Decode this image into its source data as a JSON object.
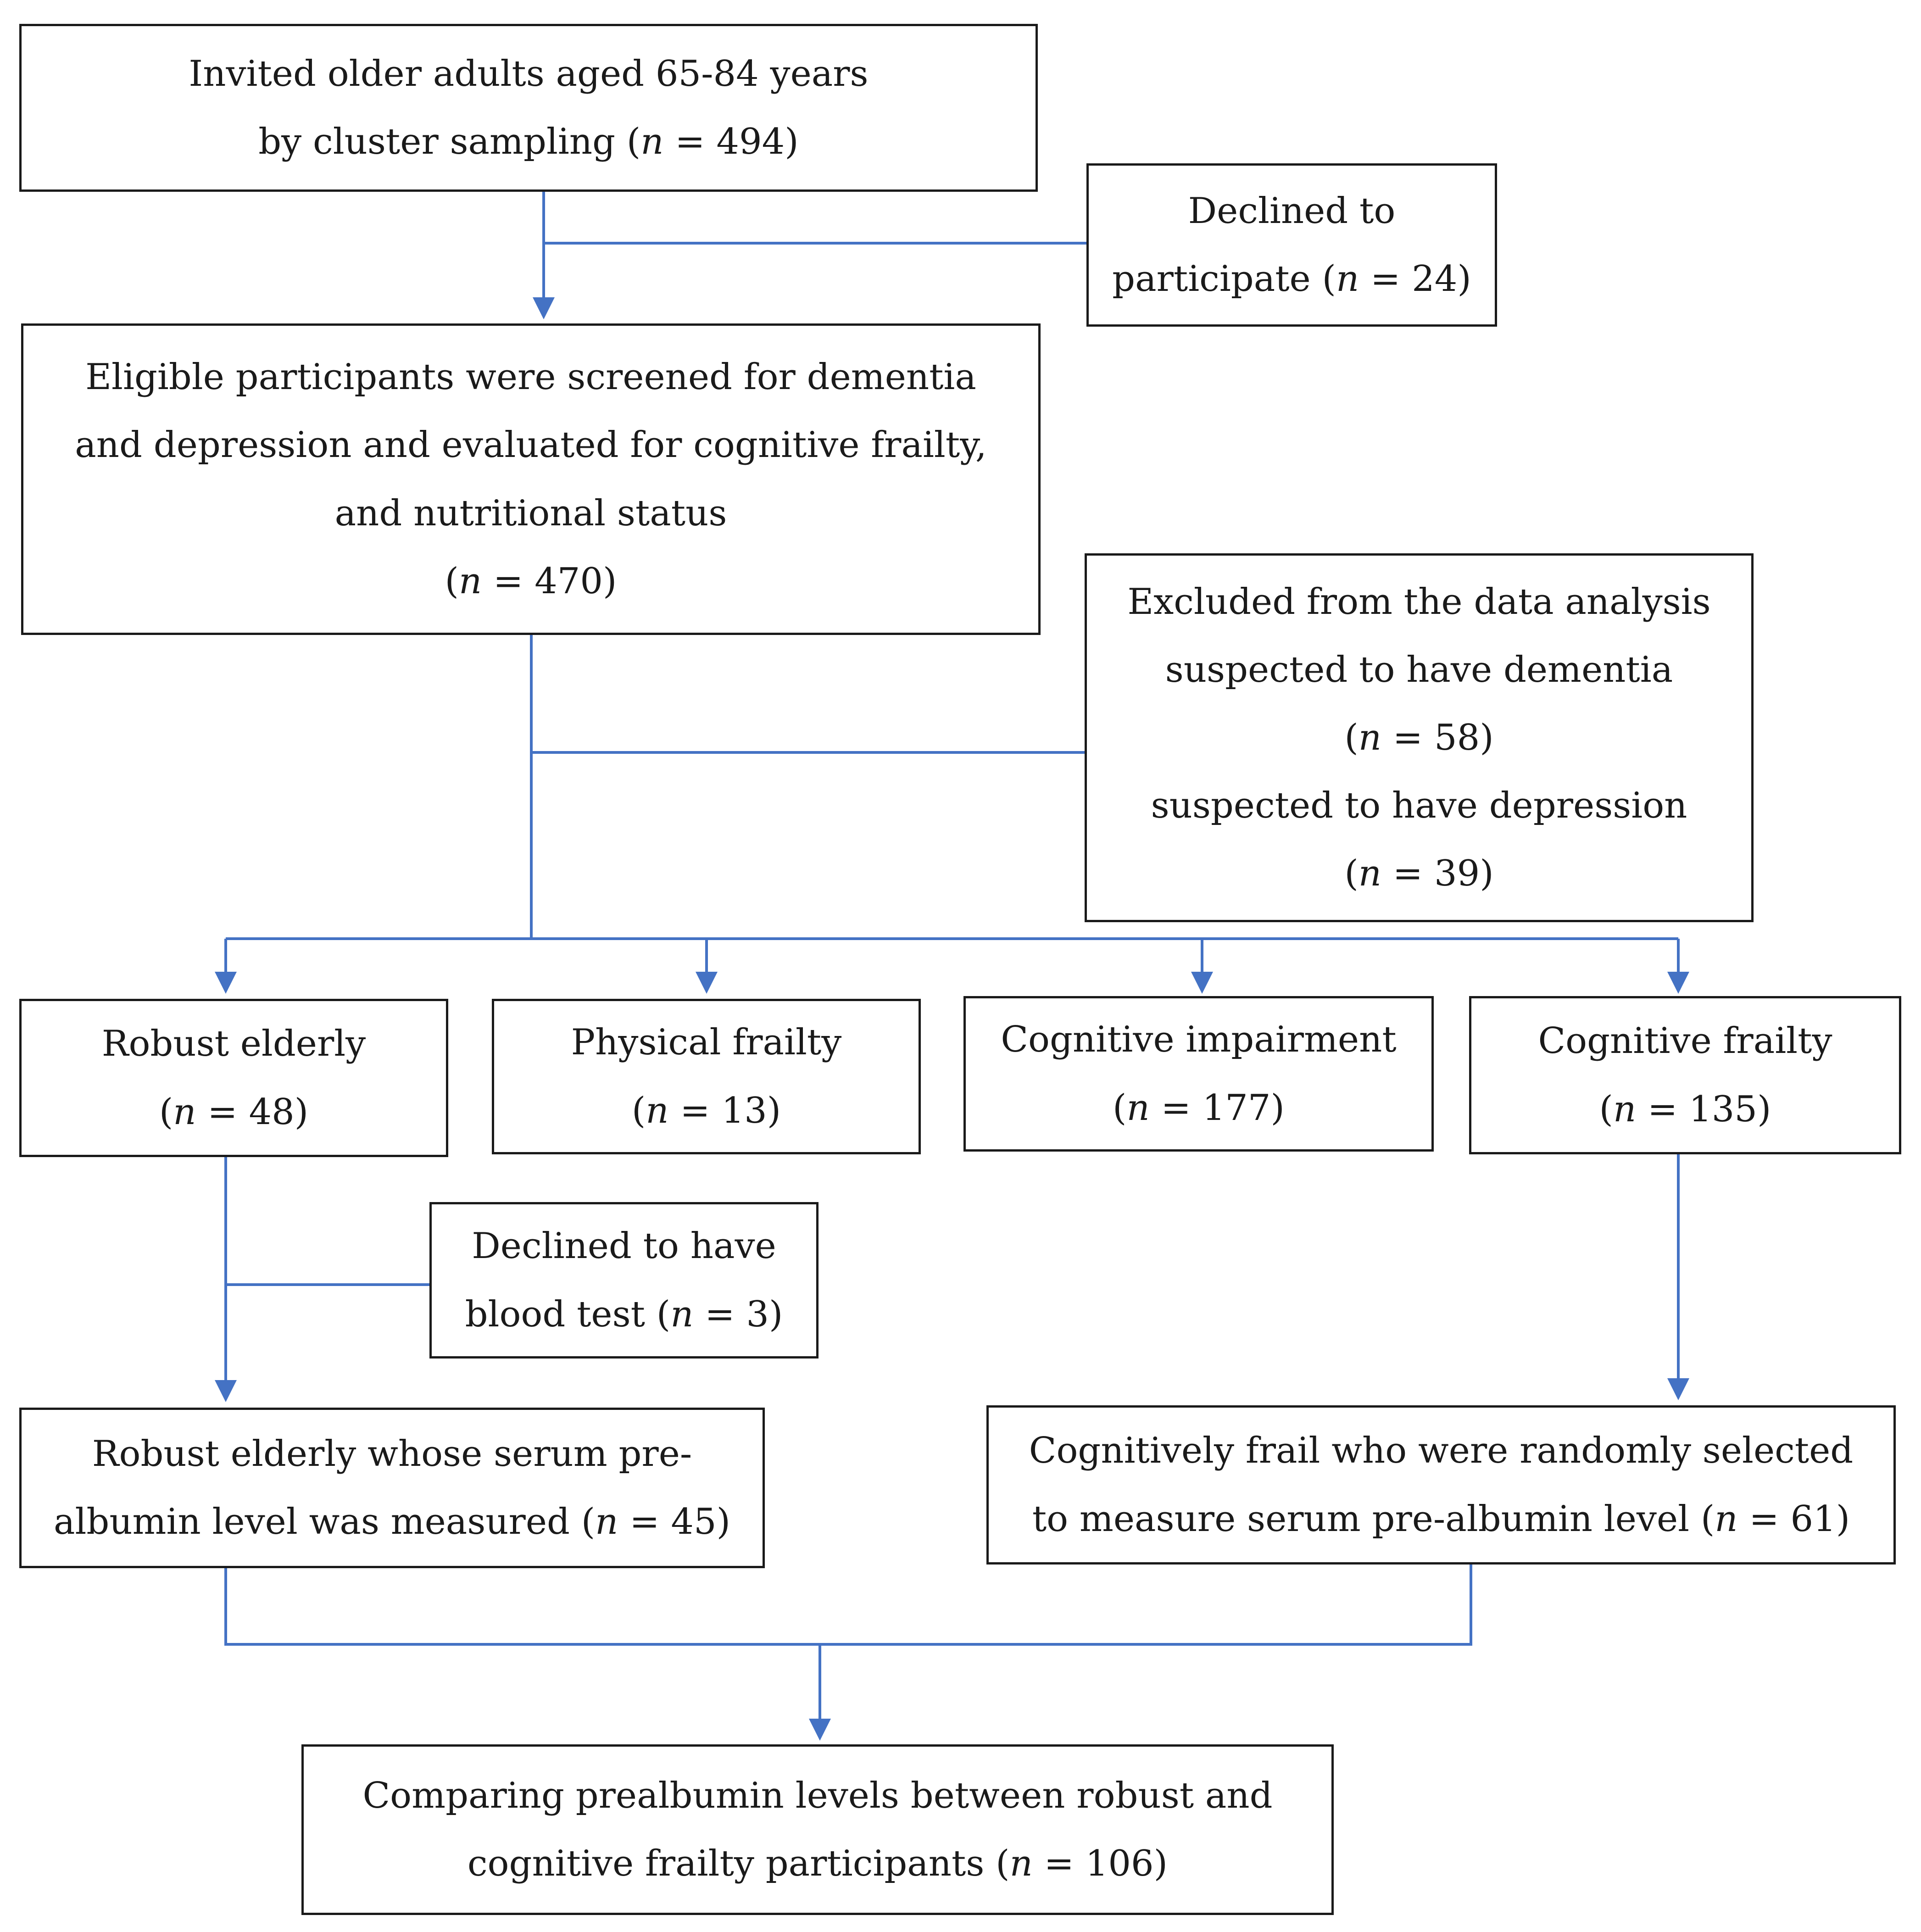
{
  "colors": {
    "connector": "#4472C4",
    "border": "#1a1a1a"
  },
  "n_symbol": "n",
  "boxes": {
    "invited": {
      "line1": "Invited older adults aged 65-84 years",
      "line2_pre": "by cluster sampling (",
      "line2_post": " = 494)"
    },
    "declined_participate": {
      "line1": "Declined to",
      "line2_pre": "participate (",
      "line2_post": " = 24)"
    },
    "eligible": {
      "line1": "Eligible participants were screened for dementia",
      "line2": "and depression and evaluated for cognitive frailty,",
      "line3": "and nutritional status",
      "line4_pre": "(",
      "line4_post": " = 470)"
    },
    "excluded": {
      "line1": "Excluded from the data analysis",
      "line2": "suspected to have dementia",
      "line3_pre": "(",
      "line3_post": " = 58)",
      "line4": "suspected to have depression",
      "line5_pre": "(",
      "line5_post": " = 39)"
    },
    "robust": {
      "line1": "Robust elderly",
      "line2_pre": "(",
      "line2_post": " = 48)"
    },
    "physical": {
      "line1": "Physical frailty",
      "line2_pre": "(",
      "line2_post": " = 13)"
    },
    "cog_impair": {
      "line1": "Cognitive impairment",
      "line2_pre": "(",
      "line2_post": " = 177)"
    },
    "cog_frailty": {
      "line1": "Cognitive frailty",
      "line2_pre": "(",
      "line2_post": " = 135)"
    },
    "declined_blood": {
      "line1": "Declined to have",
      "line2_pre": "blood test (",
      "line2_post": " = 3)"
    },
    "robust_measured": {
      "line1": "Robust elderly whose serum pre-",
      "line2_pre": "albumin level was measured (",
      "line2_post": " = 45)"
    },
    "cog_selected": {
      "line1": "Cognitively frail who were randomly selected",
      "line2_pre": "to measure serum pre-albumin level (",
      "line2_post": " = 61)"
    },
    "comparing": {
      "line1": "Comparing prealbumin levels between robust and",
      "line2_pre": "cognitive frailty participants (",
      "line2_post": " = 106)"
    }
  }
}
